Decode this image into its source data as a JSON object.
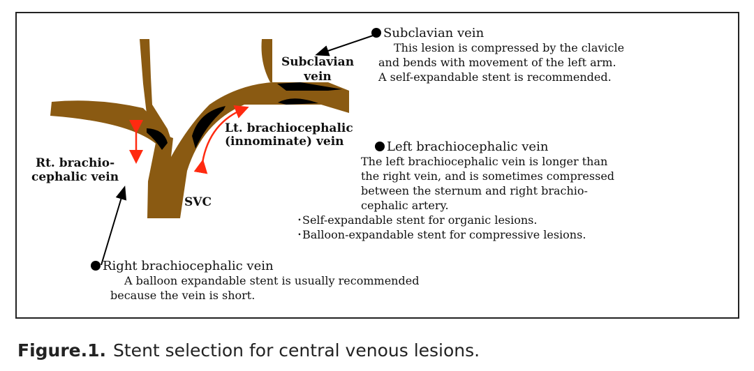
{
  "figure": {
    "labels": {
      "subclavian": [
        "Subclavian",
        "vein"
      ],
      "lt_brachio": [
        "Lt. brachiocephalic",
        "(innominate) vein"
      ],
      "rt_brachio": [
        "Rt. brachio-",
        "cephalic vein"
      ],
      "svc": "SVC"
    },
    "notes": {
      "subclavian": {
        "title": "Subclavian vein",
        "lines": [
          "This lesion is compressed by the clavicle",
          "and bends with movement of the left arm.",
          "A self-expandable stent is recommended."
        ]
      },
      "left": {
        "title": "Left brachiocephalic vein",
        "lines": [
          "The left brachiocephalic vein is longer than",
          "the right vein, and is sometimes compressed",
          "between the sternum and right brachio-",
          "cephalic artery.",
          "･Self-expandable stent for organic lesions.",
          "･Balloon-expandable stent for compressive lesions."
        ]
      },
      "right": {
        "title": "Right brachiocephalic vein",
        "lines": [
          "A balloon expandable stent is usually recommended",
          "because the vein is short."
        ]
      }
    },
    "colors": {
      "vein": "#8a5a12",
      "lesion": "#000000",
      "arrow": "#ff2a10"
    }
  },
  "caption": {
    "label": "Figure.1.",
    "text": "Stent selection for central venous lesions."
  }
}
